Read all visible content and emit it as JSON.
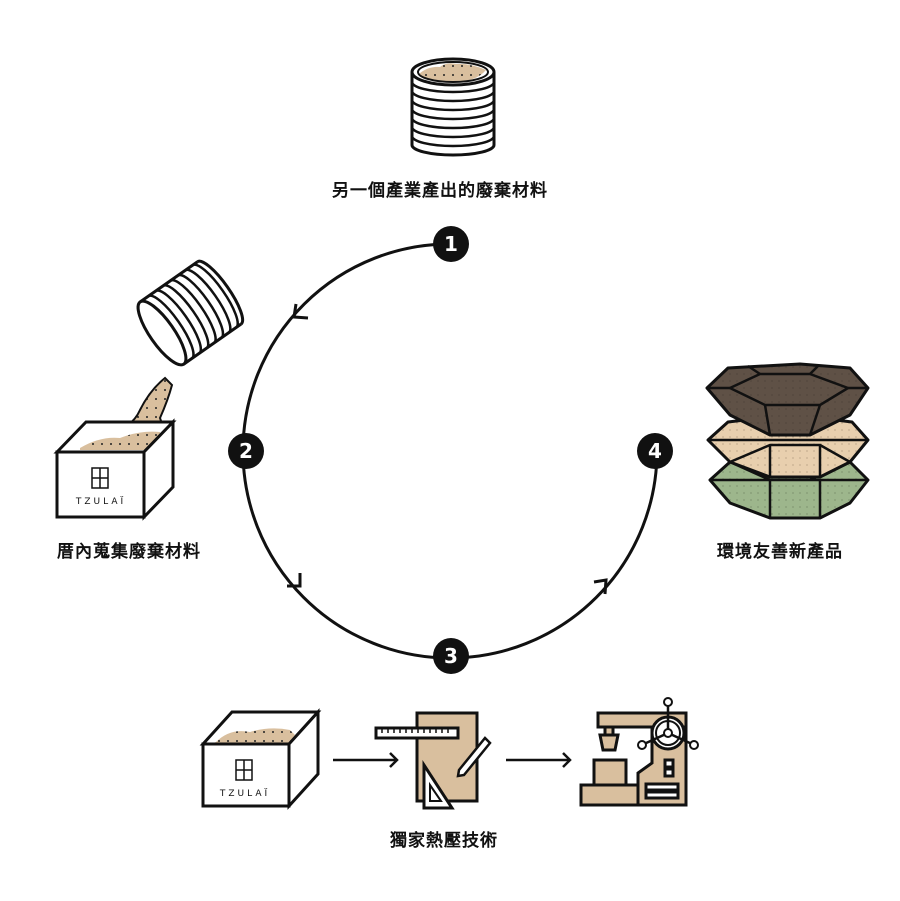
{
  "diagram": {
    "title": "Circular waste-material recycling process",
    "colors": {
      "line": "#111111",
      "sand": "#d9bf9e",
      "bowl_dark": "#5f5146",
      "bowl_sand": "#e8cfae",
      "bowl_green": "#9db68c",
      "node_fill": "#111111"
    },
    "steps": [
      {
        "number": "1",
        "label": "另一個產業產出的廢棄材料",
        "icon": "stacked-container-icon"
      },
      {
        "number": "2",
        "label": "厝內蒐集廢棄材料",
        "icon": "pour-into-box-icon"
      },
      {
        "number": "3",
        "label": "獨家熱壓技術",
        "icon": "process-sequence-icon"
      },
      {
        "number": "4",
        "label": "環境友善新產品",
        "icon": "stacked-bowls-icon"
      }
    ],
    "brand": "TZULAÏ"
  }
}
